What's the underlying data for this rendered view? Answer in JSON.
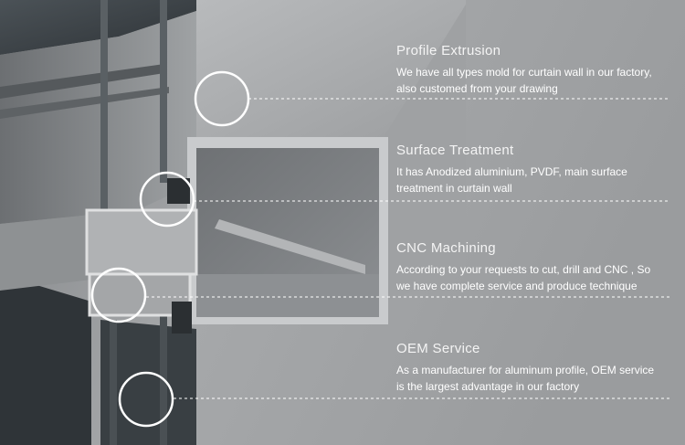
{
  "features": [
    {
      "title": "Profile Extrusion",
      "description_line1": "We have all types mold for curtain wall in our factory,",
      "description_line2": "also customed from your drawing",
      "marker_icon": "circle-marker-icon"
    },
    {
      "title": "Surface Treatment",
      "description_line1": "It has Anodized aluminium, PVDF, main surface",
      "description_line2": "treatment in curtain wall",
      "marker_icon": "circle-marker-icon"
    },
    {
      "title": "CNC Machining",
      "description_line1": "According to your requests to cut, drill and  CNC , So",
      "description_line2": "we have complete service and produce technique",
      "marker_icon": "circle-marker-icon"
    },
    {
      "title": "OEM Service",
      "description_line1": "As a manufacturer for aluminum profile, OEM service",
      "description_line2": "is the largest advantage in our factory",
      "marker_icon": "circle-marker-icon"
    }
  ],
  "colors": {
    "background_light": "#b9bbbd",
    "background_dark": "#6f7274",
    "profile_face": "#a9abad",
    "profile_top": "#c2c4c6",
    "profile_inner": "#7d8083",
    "glass": "#3c4246",
    "text": "#ffffff",
    "marker_stroke": "#ffffff"
  }
}
